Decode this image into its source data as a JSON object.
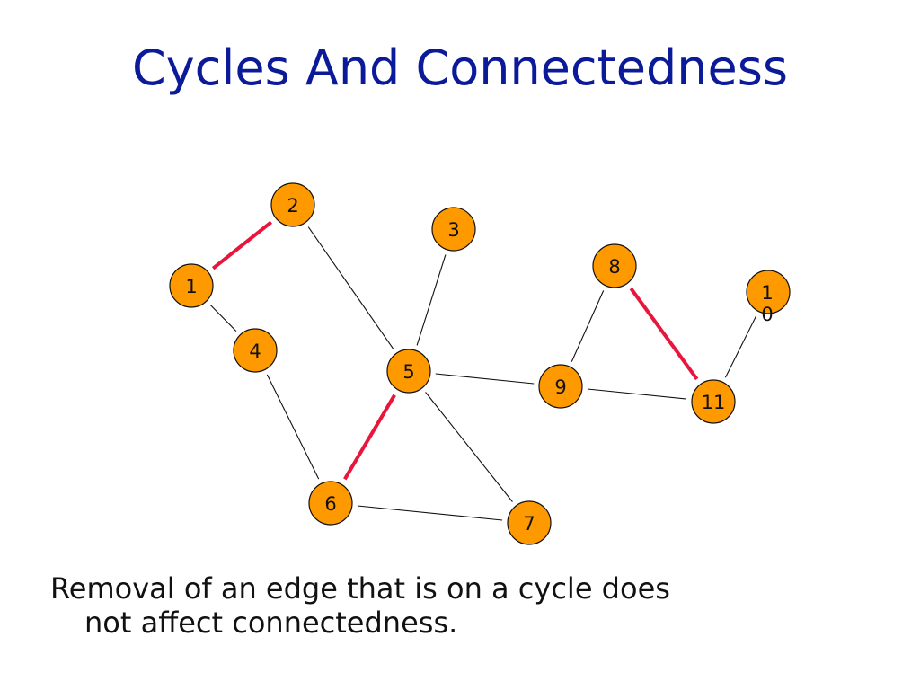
{
  "title": "Cycles And Connectedness",
  "caption": {
    "line1": "Removal of an edge that is on a cycle does",
    "line2": "not affect connectedness."
  },
  "colors": {
    "title": "#0b1a99",
    "node_fill": "#ff9900",
    "highlight_edge": "#e8163c",
    "edge": "#111111"
  },
  "nodes": [
    {
      "id": "1",
      "label": [
        "1"
      ]
    },
    {
      "id": "2",
      "label": [
        "2"
      ]
    },
    {
      "id": "3",
      "label": [
        "3"
      ]
    },
    {
      "id": "4",
      "label": [
        "4"
      ]
    },
    {
      "id": "5",
      "label": [
        "5"
      ]
    },
    {
      "id": "6",
      "label": [
        "6"
      ]
    },
    {
      "id": "7",
      "label": [
        "7"
      ]
    },
    {
      "id": "8",
      "label": [
        "8"
      ]
    },
    {
      "id": "9",
      "label": [
        "9"
      ]
    },
    {
      "id": "10",
      "label": [
        "1",
        "0"
      ]
    },
    {
      "id": "11",
      "label": [
        "11"
      ]
    }
  ],
  "edges": [
    {
      "from": "1",
      "to": "2",
      "highlight": true
    },
    {
      "from": "1",
      "to": "4",
      "highlight": false
    },
    {
      "from": "2",
      "to": "5",
      "highlight": false
    },
    {
      "from": "3",
      "to": "5",
      "highlight": false
    },
    {
      "from": "4",
      "to": "6",
      "highlight": false
    },
    {
      "from": "5",
      "to": "6",
      "highlight": true
    },
    {
      "from": "5",
      "to": "7",
      "highlight": false
    },
    {
      "from": "5",
      "to": "9",
      "highlight": false
    },
    {
      "from": "6",
      "to": "7",
      "highlight": false
    },
    {
      "from": "8",
      "to": "9",
      "highlight": false
    },
    {
      "from": "8",
      "to": "11",
      "highlight": true
    },
    {
      "from": "9",
      "to": "11",
      "highlight": false
    },
    {
      "from": "10",
      "to": "11",
      "highlight": false
    }
  ]
}
